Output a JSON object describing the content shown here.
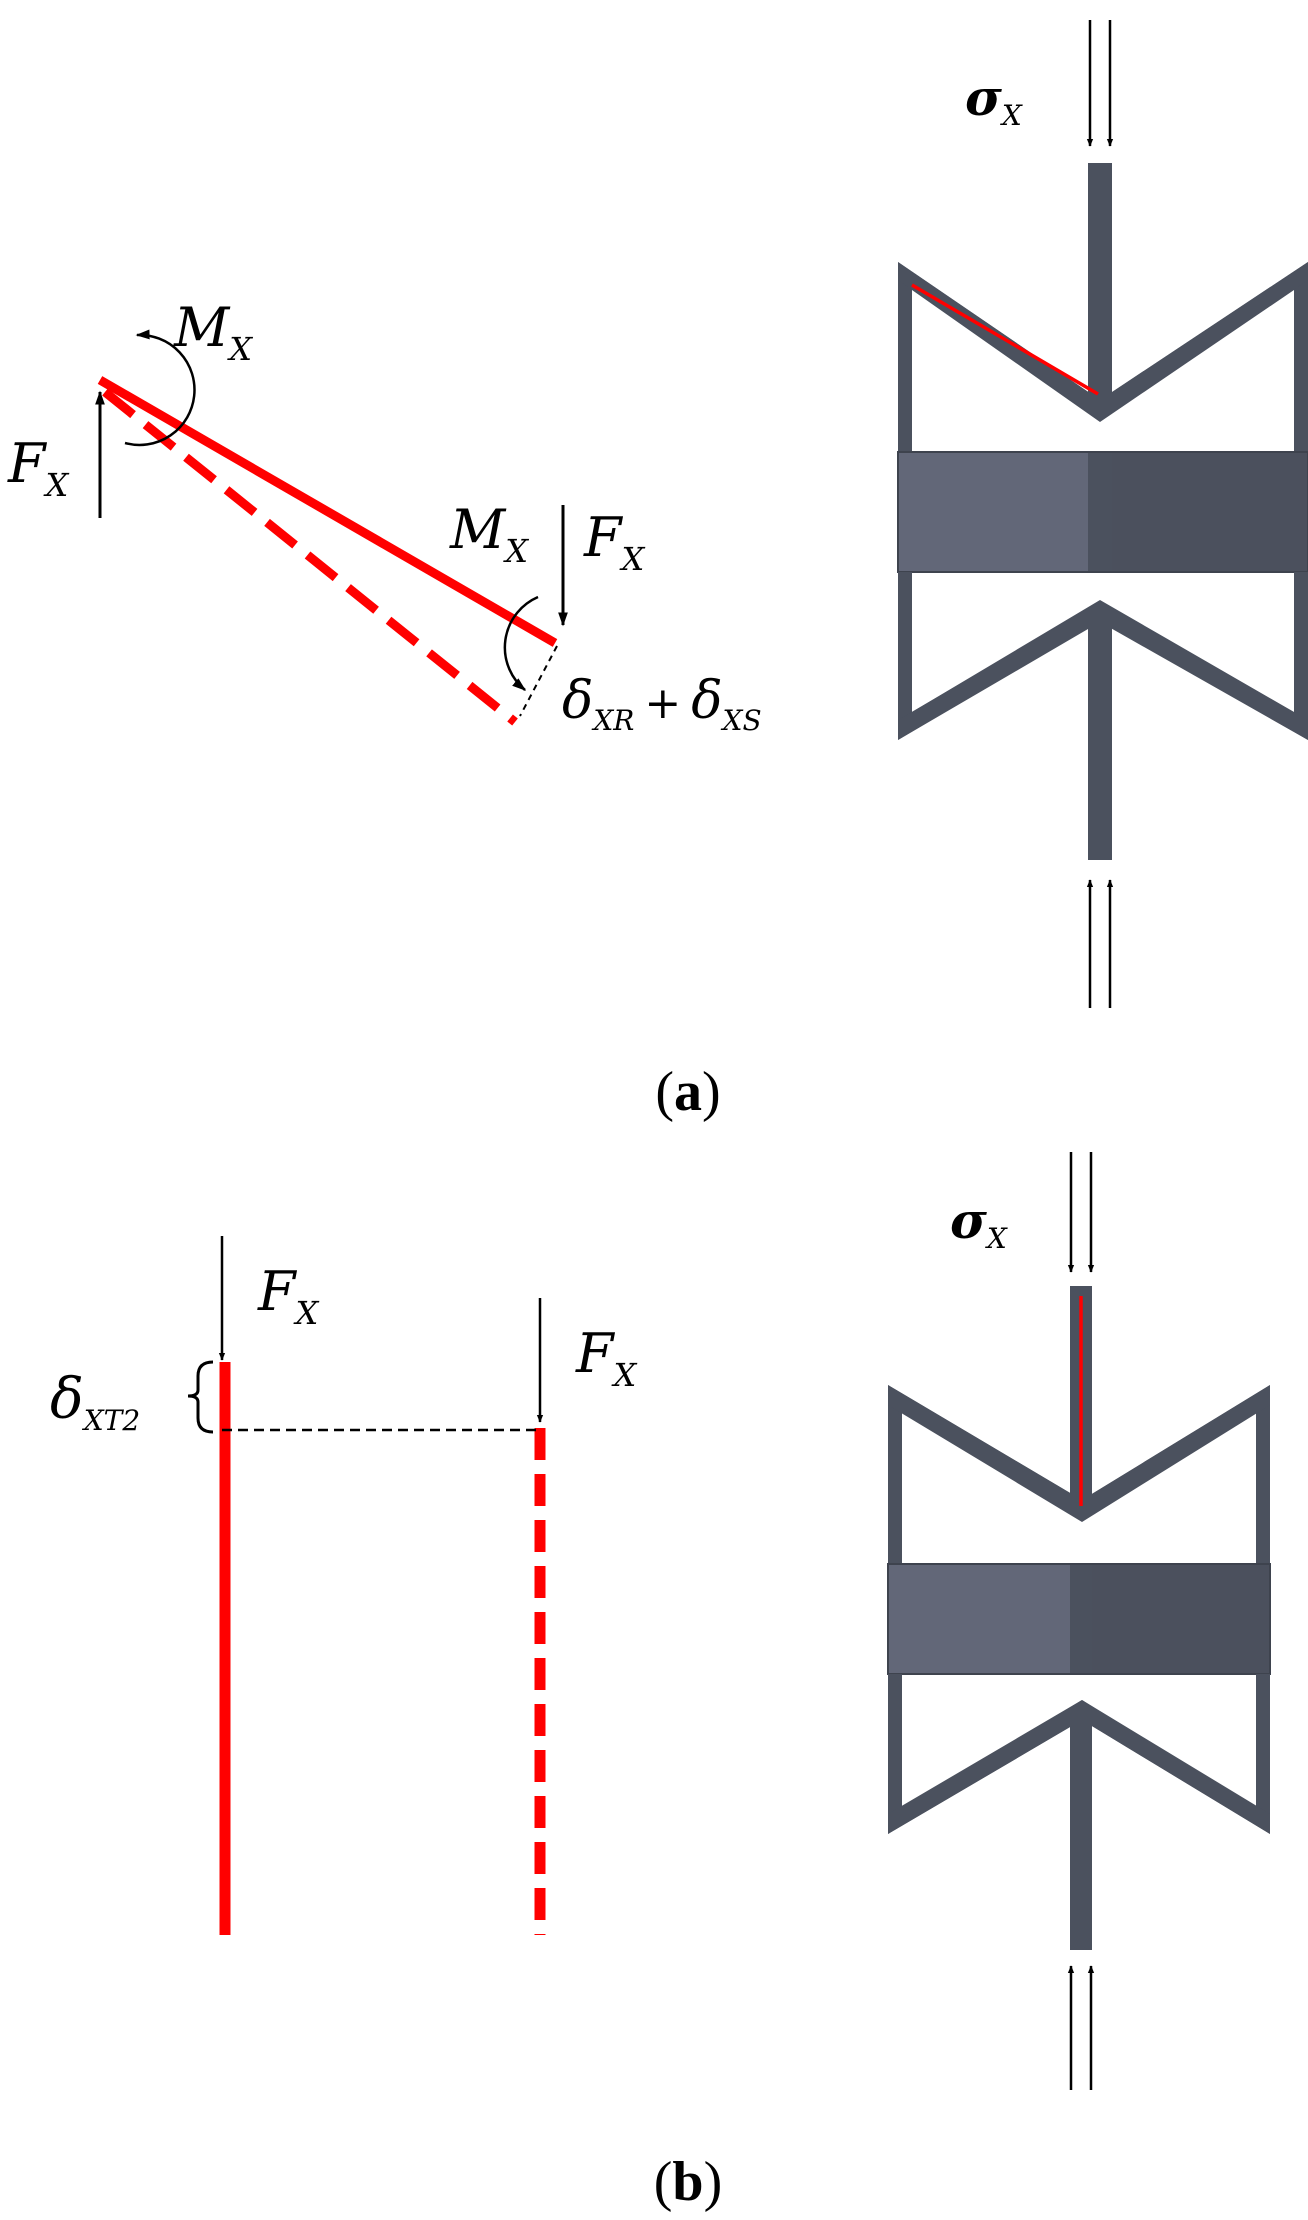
{
  "panels": [
    {
      "id": "a",
      "caption": {
        "open": "(",
        "letter": "a",
        "close": ")"
      },
      "labels": {
        "moment_left": {
          "main": "M",
          "sub": "X"
        },
        "force_left": {
          "main": "F",
          "sub": "X"
        },
        "moment_right": {
          "main": "M",
          "sub": "X"
        },
        "force_right": {
          "main": "F",
          "sub": "X"
        },
        "deflection": {
          "d1": "δ",
          "s1": "XR",
          "plus": "+",
          "d2": "δ",
          "s2": "XS"
        },
        "stress": {
          "main": "σ",
          "sub": "X"
        }
      }
    },
    {
      "id": "b",
      "caption": {
        "open": "(",
        "letter": "b",
        "close": ")"
      },
      "labels": {
        "force_left": {
          "main": "F",
          "sub": "X"
        },
        "force_right": {
          "main": "F",
          "sub": "X"
        },
        "deflection": {
          "main": "δ",
          "sub": "XT2"
        },
        "stress": {
          "main": "σ",
          "sub": "X"
        }
      }
    }
  ],
  "colors": {
    "beam": "#ff0000",
    "frame": "#4b515e",
    "block_left": "#626778",
    "block_right": "#4b505d",
    "arrow": "#000000"
  }
}
